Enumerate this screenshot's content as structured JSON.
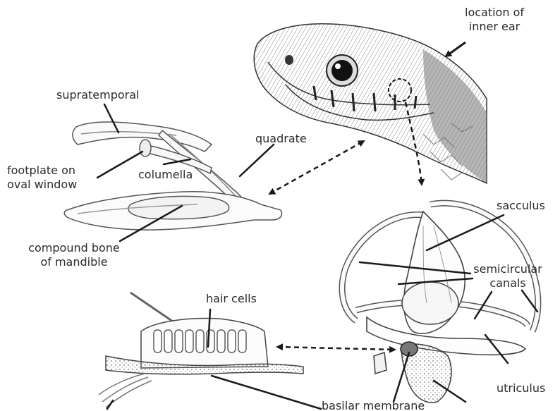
{
  "labels": {
    "location_inner_ear_1": "location of",
    "location_inner_ear_2": "inner ear",
    "supratemporal": "supratemporal",
    "quadrate": "quadrate",
    "footplate_1": "footplate on",
    "footplate_2": "oval window",
    "columella": "columella",
    "compound_bone_1": "compound bone",
    "compound_bone_2": "of mandible",
    "sacculus": "sacculus",
    "semicircular_1": "semicircular",
    "semicircular_2": "canals",
    "hair_cells": "hair cells",
    "utriculus": "utriculus",
    "basilar_membrane": "basilar membrane"
  },
  "colors": {
    "line": "#1a1a1a",
    "sketch": "#555555",
    "shade": "#9a9a9a",
    "text": "#2b2b2b"
  }
}
